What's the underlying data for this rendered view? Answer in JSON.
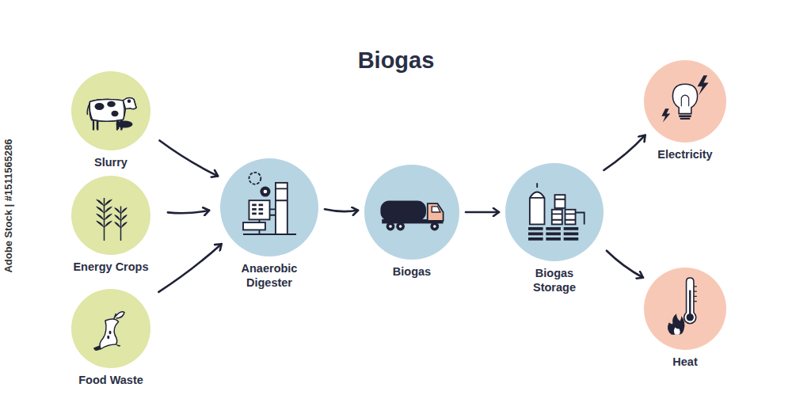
{
  "diagram": {
    "title": "Biogas",
    "nodes": [
      {
        "text": [
          "Slurry"
        ]
      },
      {
        "text": [
          "Energy Crops"
        ]
      },
      {
        "text": [
          "Food Waste"
        ]
      },
      {
        "text": [
          "Anaerobic Digester"
        ]
      },
      {
        "text": [
          "Biogas"
        ]
      },
      {
        "text": [
          "Biogas Storage"
        ]
      },
      {
        "text": [
          "Electricity"
        ]
      },
      {
        "text": [
          "Heat"
        ]
      }
    ],
    "edges": [
      {
        "from": 0,
        "to": 3,
        "arrow": "to"
      },
      {
        "from": 1,
        "to": 3,
        "arrow": "to"
      },
      {
        "from": 2,
        "to": 3,
        "arrow": "to"
      },
      {
        "from": 3,
        "to": 4,
        "arrow": "to"
      },
      {
        "from": 4,
        "to": 5,
        "arrow": "to"
      },
      {
        "from": 5,
        "to": 6,
        "arrow": "to"
      },
      {
        "from": 5,
        "to": 7,
        "arrow": "to"
      }
    ],
    "labels": [
      "Adobe Stock | #1511565286"
    ]
  }
}
